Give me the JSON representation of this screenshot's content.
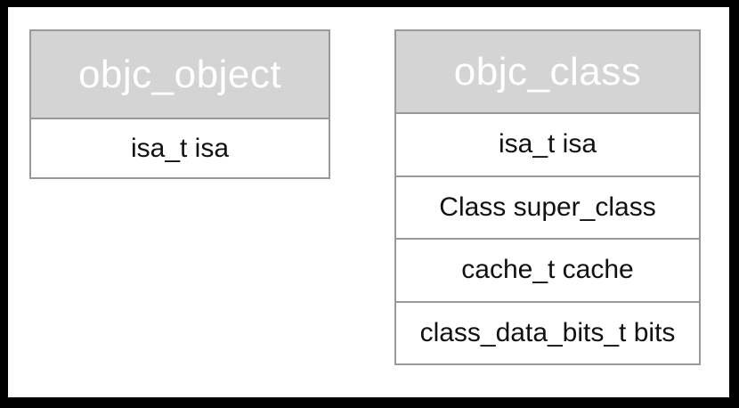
{
  "colors": {
    "canvas_background": "#ffffff",
    "frame": "#000000",
    "table_border": "#999999",
    "header_fill": "#d4d4d4",
    "title_text": "#ffffff",
    "body_text": "#111111"
  },
  "tables": [
    {
      "title": "objc_object",
      "rows": [
        "isa_t isa"
      ]
    },
    {
      "title": "objc_class",
      "rows": [
        "isa_t isa",
        "Class super_class",
        "cache_t cache",
        "class_data_bits_t bits"
      ]
    }
  ]
}
